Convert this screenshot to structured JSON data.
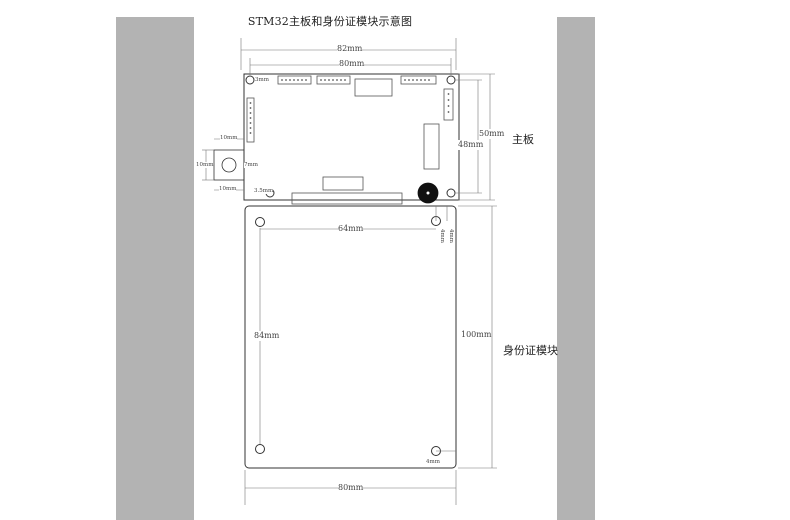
{
  "title": "STM32主板和身份证模块示意图",
  "dimensions": {
    "board_outer_width": "82mm",
    "board_hole_spacing_x": "80mm",
    "board_outer_height": "50mm",
    "board_hole_spacing_y": "48mm",
    "corner_offset": "3mm",
    "button_gap_top": "10mm",
    "button_size": "10mm",
    "button_gap_side": "7mm",
    "button_gap_bottom": "10mm",
    "small_offset": "3.5mm",
    "module_hole_spacing_x": "64mm",
    "module_hole_offset_a": "4mm",
    "module_hole_offset_b": "4mm",
    "module_hole_spacing_y": "84mm",
    "module_outer_height": "100mm",
    "module_outer_width": "80mm",
    "module_corner_offset": "4mm"
  },
  "labels": {
    "main_board": "主板",
    "id_module": "身份证模块"
  },
  "colors": {
    "side_bars": "#b3b3b3",
    "lines": "#555555",
    "outline": "#333333"
  }
}
